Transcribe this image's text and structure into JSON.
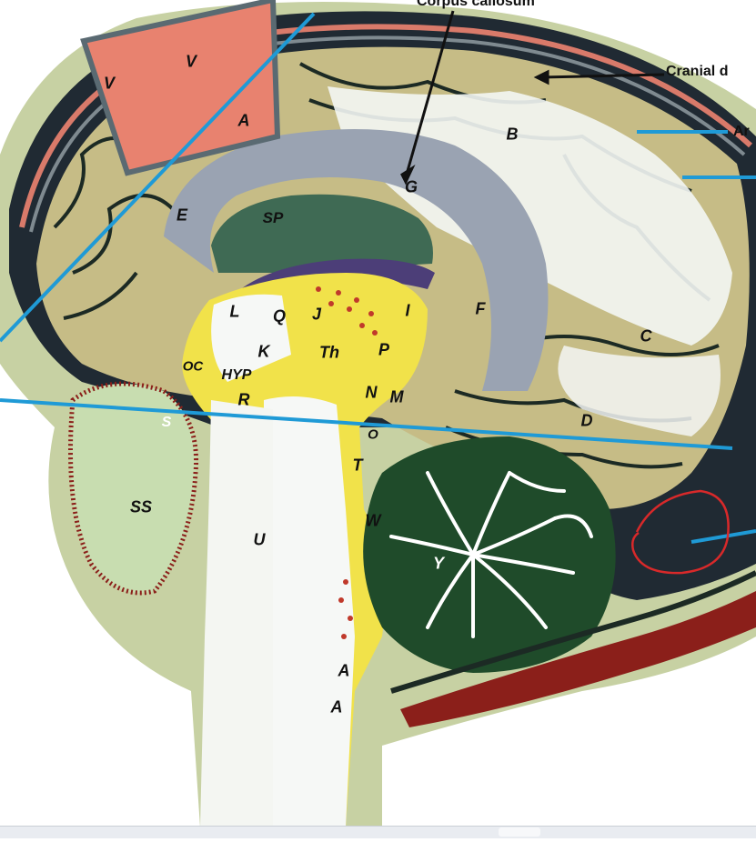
{
  "callouts": {
    "corpus_callosum": "Corpus callosum",
    "cranial": "Cranial d",
    "ar": "Ar"
  },
  "model_labels": {
    "v1": "V",
    "v2": "V",
    "a_top": "A",
    "b": "B",
    "g": "G",
    "e": "E",
    "sp": "SP",
    "f": "F",
    "c": "C",
    "d": "D",
    "l": "L",
    "q": "Q",
    "j": "J",
    "i": "I",
    "k": "K",
    "th": "Th",
    "p": "P",
    "oc": "OC",
    "hyp": "HYP",
    "r": "R",
    "n": "N",
    "m": "M",
    "o": "O",
    "s": "S",
    "ss": "SS",
    "t": "T",
    "w": "W",
    "u": "U",
    "y": "Y",
    "a_low1": "A",
    "a_low2": "A"
  },
  "colors": {
    "skin": "#c9d2a5",
    "bone": "#8a8f93",
    "dura": "#d97a6a",
    "cortex": "#c6bc86",
    "corpus": "#9aa3b2",
    "fornix": "#4d6d58",
    "thalamus": "#f1e24a",
    "cerebellum": "#1f4b2a",
    "annotation_circle": "#d8292a",
    "pointer_line": "#1f9ad6"
  }
}
